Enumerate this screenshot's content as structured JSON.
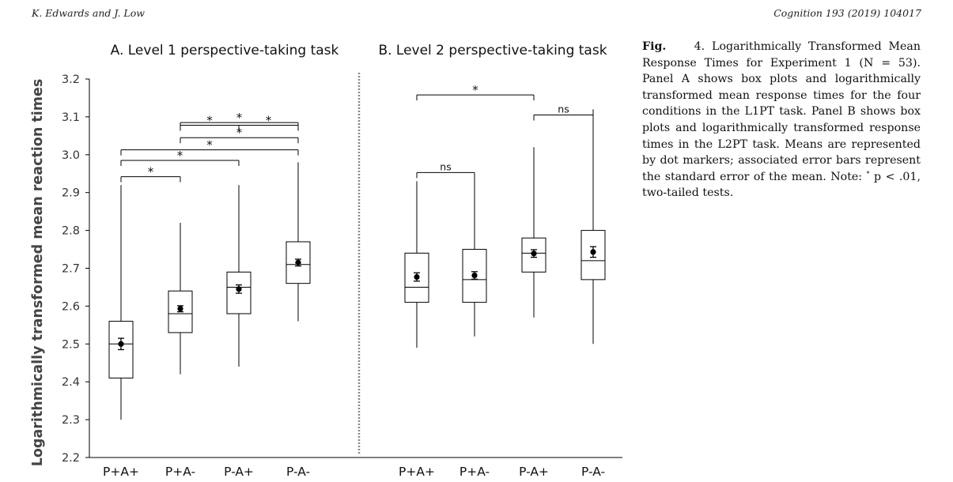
{
  "header": {
    "authors": "K. Edwards and J. Low",
    "journal": "Cognition 193 (2019) 104017"
  },
  "caption": {
    "label": "Fig.",
    "number": "4.",
    "text_before_star": "Logarithmically Transformed Mean Response Times for Experiment 1 (N = 53). Panel A shows box plots and logarithmically transformed mean response times for the four conditions in the L1PT task. Panel B shows box plots and logarithmically transformed response times in the L2PT task. Means are represented by dot markers; associated error bars represent the standard error of the mean. Note:",
    "star": "*",
    "text_after_star": "p < .01, two-tailed tests."
  },
  "chart_data": {
    "type": "box",
    "ylabel": "Logarithmically transformed mean reaction times",
    "ylim": [
      2.2,
      3.2
    ],
    "yticks": [
      "2.2",
      "2.3",
      "2.4",
      "2.5",
      "2.6",
      "2.7",
      "2.8",
      "2.9",
      "3.0",
      "3.1",
      "3.2"
    ],
    "grid": false,
    "colors": {
      "box": "#000000",
      "divider": "#888888"
    },
    "panels": [
      {
        "title": "A. Level 1 perspective-taking task",
        "categories": [
          "P+A+",
          "P+A-",
          "P-A+",
          "P-A-"
        ],
        "boxes": [
          {
            "min": 2.3,
            "q1": 2.41,
            "median": 2.5,
            "q3": 2.56,
            "max": 2.92,
            "mean": 2.5,
            "se": 0.015
          },
          {
            "min": 2.42,
            "q1": 2.53,
            "median": 2.58,
            "q3": 2.64,
            "max": 2.82,
            "mean": 2.593,
            "se": 0.008
          },
          {
            "min": 2.44,
            "q1": 2.58,
            "median": 2.65,
            "q3": 2.69,
            "max": 2.92,
            "mean": 2.645,
            "se": 0.011
          },
          {
            "min": 2.56,
            "q1": 2.66,
            "median": 2.71,
            "q3": 2.77,
            "max": 2.98,
            "mean": 2.715,
            "se": 0.009
          }
        ],
        "comparisons": [
          {
            "from": 0,
            "to": 1,
            "y": 2.942,
            "label": "*"
          },
          {
            "from": 0,
            "to": 2,
            "y": 2.985,
            "label": "*"
          },
          {
            "from": 0,
            "to": 3,
            "y": 3.013,
            "label": "*"
          },
          {
            "from": 1,
            "to": 3,
            "y": 3.045,
            "label": "*"
          },
          {
            "from": 1,
            "to": 2,
            "y": 3.078,
            "label": "*"
          },
          {
            "from": 2,
            "to": 3,
            "y": 3.078,
            "label": "*"
          },
          {
            "from": 1,
            "to": 3,
            "y": 3.085,
            "label": "*"
          }
        ]
      },
      {
        "title": "B. Level 2 perspective-taking task",
        "categories": [
          "P+A+",
          "P+A-",
          "P-A+",
          "P-A-"
        ],
        "boxes": [
          {
            "min": 2.49,
            "q1": 2.61,
            "median": 2.65,
            "q3": 2.74,
            "max": 2.93,
            "mean": 2.677,
            "se": 0.011
          },
          {
            "min": 2.52,
            "q1": 2.61,
            "median": 2.67,
            "q3": 2.75,
            "max": 2.94,
            "mean": 2.681,
            "se": 0.01
          },
          {
            "min": 2.57,
            "q1": 2.69,
            "median": 2.74,
            "q3": 2.78,
            "max": 3.02,
            "mean": 2.739,
            "se": 0.01
          },
          {
            "min": 2.5,
            "q1": 2.67,
            "median": 2.72,
            "q3": 2.8,
            "max": 3.12,
            "mean": 2.743,
            "se": 0.014
          }
        ],
        "comparisons": [
          {
            "from": 0,
            "to": 1,
            "y": 2.953,
            "label": "ns"
          },
          {
            "from": 2,
            "to": 3,
            "y": 3.105,
            "label": "ns"
          },
          {
            "from": 0,
            "to": 2,
            "y": 3.158,
            "label": "*"
          }
        ]
      }
    ]
  }
}
